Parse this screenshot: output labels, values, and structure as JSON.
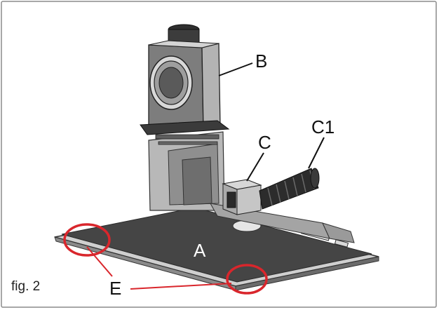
{
  "figure": {
    "caption": "fig. 2",
    "labels": {
      "a": "A",
      "b": "B",
      "c": "C",
      "c1": "C1",
      "e": "E"
    },
    "colors": {
      "highlight": "#d9262c",
      "body_dark": "#5b5b5b",
      "body_light": "#9a9a9a",
      "base": "#3f3f3f",
      "hose": "#2f2f2f"
    }
  }
}
